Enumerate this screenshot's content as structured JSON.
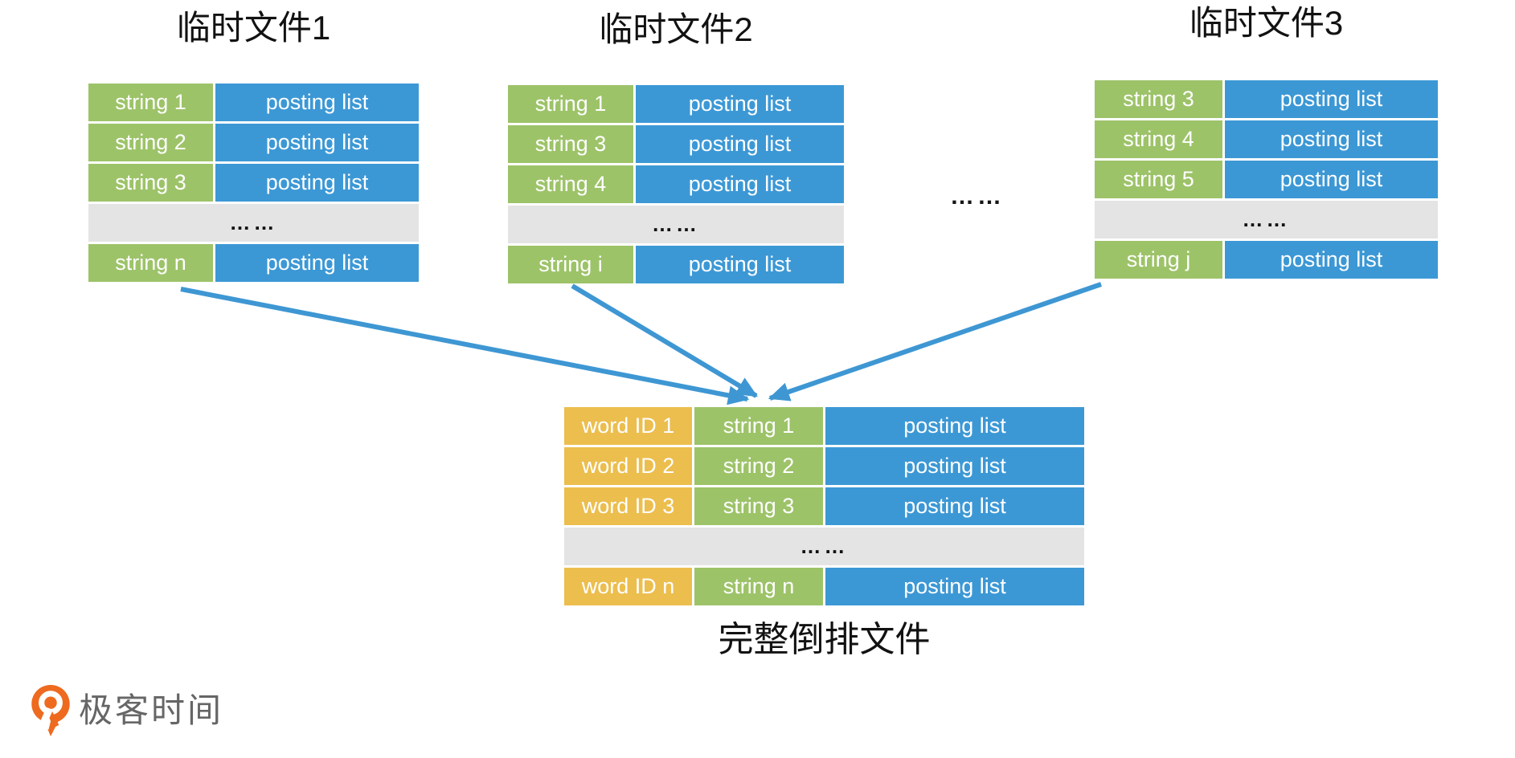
{
  "tables": [
    {
      "title": "临时文件1",
      "rows": [
        {
          "string": "string 1",
          "posting": "posting list"
        },
        {
          "string": "string 2",
          "posting": "posting list"
        },
        {
          "string": "string 3",
          "posting": "posting list"
        },
        {
          "ellipsis": "……"
        },
        {
          "string": "string n",
          "posting": "posting list"
        }
      ]
    },
    {
      "title": "临时文件2",
      "rows": [
        {
          "string": "string 1",
          "posting": "posting list"
        },
        {
          "string": "string 3",
          "posting": "posting list"
        },
        {
          "string": "string 4",
          "posting": "posting list"
        },
        {
          "ellipsis": "……"
        },
        {
          "string": "string i",
          "posting": "posting list"
        }
      ]
    },
    {
      "title": "临时文件3",
      "rows": [
        {
          "string": "string 3",
          "posting": "posting list"
        },
        {
          "string": "string 4",
          "posting": "posting list"
        },
        {
          "string": "string 5",
          "posting": "posting list"
        },
        {
          "ellipsis": "……"
        },
        {
          "string": "string j",
          "posting": "posting list"
        }
      ]
    }
  ],
  "between_tables_ellipsis": "……",
  "merged_table": {
    "caption": "完整倒排文件",
    "rows": [
      {
        "word_id": "word ID 1",
        "string": "string 1",
        "posting": "posting list"
      },
      {
        "word_id": "word ID 2",
        "string": "string 2",
        "posting": "posting list"
      },
      {
        "word_id": "word ID 3",
        "string": "string 3",
        "posting": "posting list"
      },
      {
        "ellipsis": "……"
      },
      {
        "word_id": "word ID n",
        "string": "string n",
        "posting": "posting list"
      }
    ]
  },
  "logo": {
    "text": "极客时间",
    "mark": "geektime-logo"
  },
  "colors": {
    "string_cell": "#9DC369",
    "posting_cell": "#3C98D5",
    "word_id_cell": "#ECBE4E",
    "ellipsis_row": "#E4E4E4",
    "arrow": "#3E97D3",
    "logo_orange": "#EE6A1F",
    "logo_text": "#666666"
  }
}
